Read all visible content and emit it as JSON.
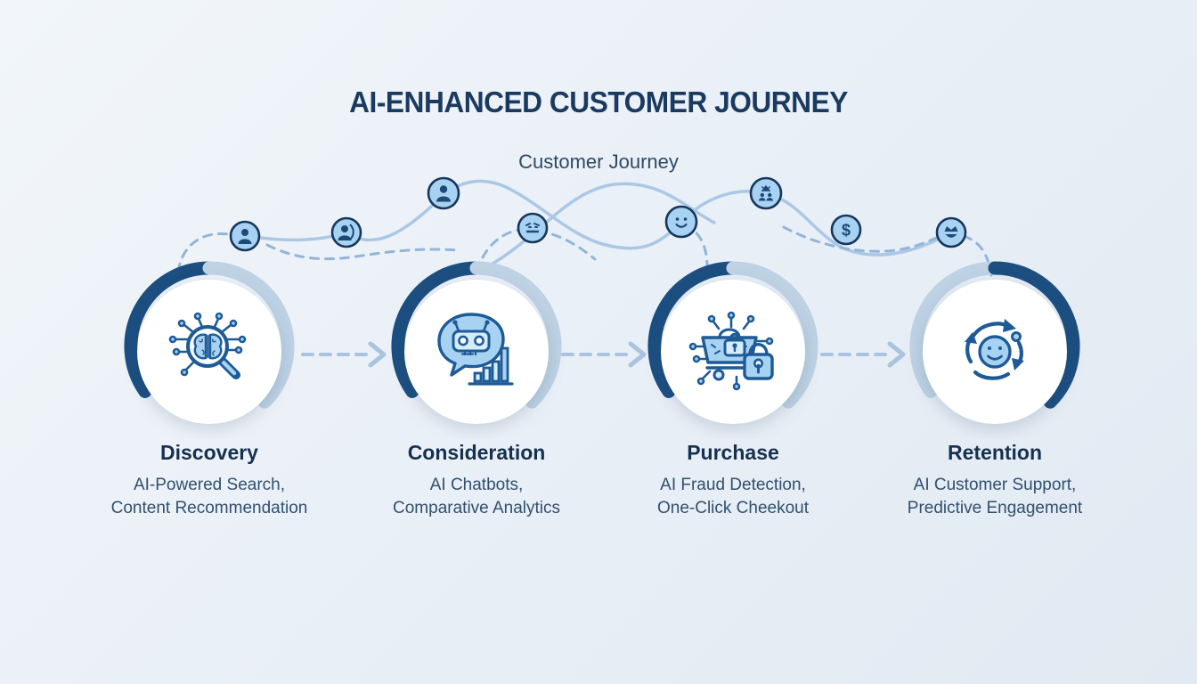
{
  "title": "AI-ENHANCED CUSTOMER JOURNEY",
  "subtitle": "Customer Journey",
  "colors": {
    "background": "#ecf2f8",
    "title_text": "#1b3a5f",
    "body_text": "#31506e",
    "ring_dark": "#1c4e80",
    "ring_light": "#bed2e4",
    "icon_fill": "#a8d2f2",
    "icon_fill_light": "#d6ecfb",
    "icon_stroke": "#1d5a96",
    "journey_line": "#aac8e6",
    "dashed_line": "#93b5d8"
  },
  "stages": [
    {
      "name": "Discovery",
      "description": "AI-Powered Search,\nContent Recommendation",
      "icon": "ai-search-brain-icon"
    },
    {
      "name": "Consideration",
      "description": "AI Chatbots,\nComparative Analytics",
      "icon": "chatbot-analytics-icon"
    },
    {
      "name": "Purchase",
      "description": "AI Fraud Detection,\nOne-Click Cheekout",
      "icon": "secure-cart-icon"
    },
    {
      "name": "Retention",
      "description": "AI Customer Support,\nPredictive Engagement",
      "icon": "loyalty-loop-icon"
    }
  ],
  "journey_badges": [
    {
      "name": "user-badge-1",
      "icon": "person-icon"
    },
    {
      "name": "user-badge-2",
      "icon": "person-search-icon"
    },
    {
      "name": "user-badge-3",
      "icon": "person-icon"
    },
    {
      "name": "review-badge",
      "icon": "comparison-face-icon"
    },
    {
      "name": "smiley-badge",
      "icon": "happy-face-icon"
    },
    {
      "name": "team-badge",
      "icon": "customer-group-icon"
    },
    {
      "name": "payment-badge",
      "icon": "dollar-icon",
      "label": "$"
    },
    {
      "name": "loyalty-badge",
      "icon": "loyalty-crown-icon"
    }
  ]
}
